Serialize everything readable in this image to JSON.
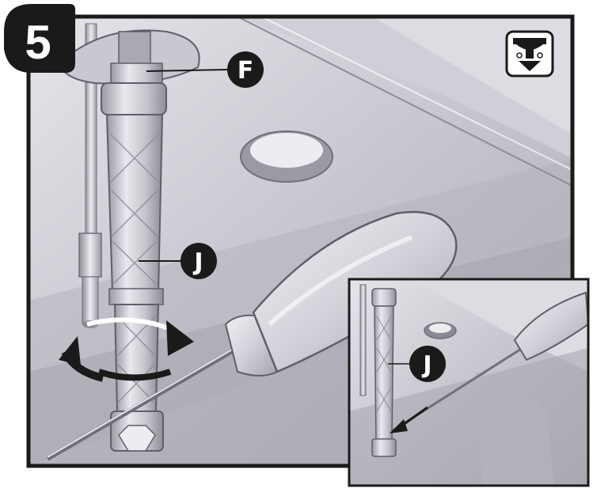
{
  "step": {
    "number": "5"
  },
  "callouts": [
    {
      "id": "F",
      "letter": "F"
    },
    {
      "id": "J-main",
      "letter": "J"
    },
    {
      "id": "J-inset",
      "letter": "J"
    }
  ],
  "icon": {
    "name": "faucet-install-from-below-icon"
  },
  "colors": {
    "frame": "#1a1a1a",
    "metal_light": "#d6d6dc",
    "metal_mid": "#b9b9c2",
    "metal_dark": "#8c8c96",
    "callout_fill": "#1a1a1a"
  }
}
